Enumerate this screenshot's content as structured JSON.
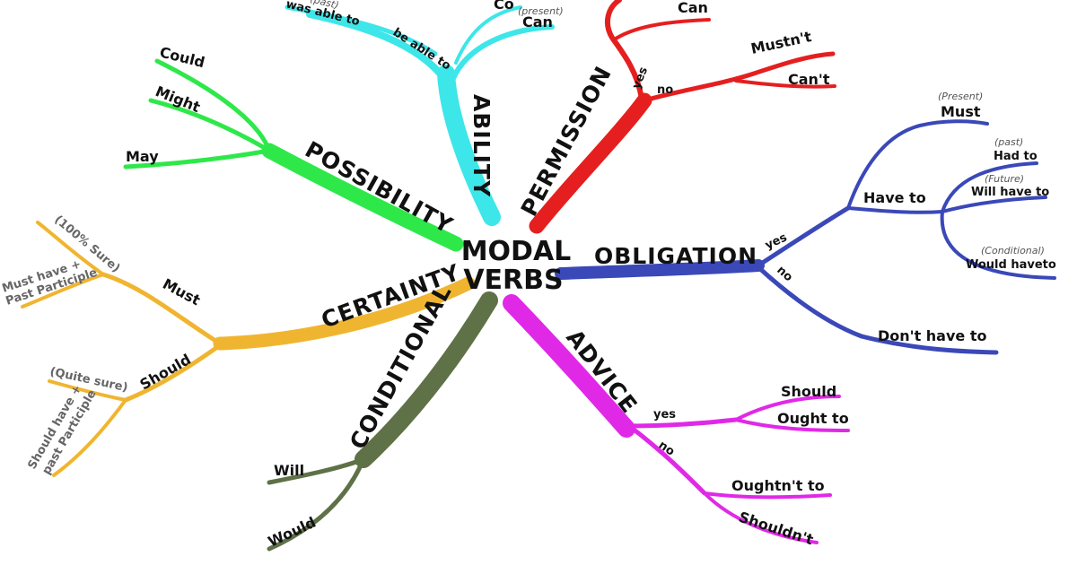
{
  "center": {
    "line1": "MODAL",
    "line2": "VERBS"
  },
  "colors": {
    "ability": "#3de6e9",
    "permission": "#e51f1f",
    "possibility": "#2ee84a",
    "obligation": "#3a48b8",
    "certainty": "#f0b530",
    "conditional": "#5f7147",
    "advice": "#e029e6"
  },
  "ability": {
    "label": "ABILITY",
    "be_able_to": "be able to",
    "was_able_to": "was able to",
    "past_note": "(past)",
    "present_note": "(present)",
    "can": "Can",
    "could": "Co"
  },
  "permission": {
    "label": "PERMISSION",
    "yes": "yes",
    "no": "no",
    "can": "Can",
    "mustnt": "Mustn't",
    "cant": "Can't"
  },
  "possibility": {
    "label": "POSSIBILITY",
    "could": "Could",
    "might": "Might",
    "may": "May"
  },
  "obligation": {
    "label": "OBLIGATION",
    "yes": "yes",
    "no": "no",
    "present_note": "(Present)",
    "must": "Must",
    "have_to": "Have to",
    "past_note": "(past)",
    "had_to": "Had to",
    "future_note": "(Future)",
    "will_have_to": "Will have to",
    "conditional_note": "(Conditional)",
    "would_have_to": "Would haveto",
    "dont_have_to": "Don't have to"
  },
  "certainty": {
    "label": "CERTAINTY",
    "must": "Must",
    "should": "Should",
    "sure_100": "(100% Sure)",
    "must_have_1": "Must have +",
    "must_have_2": "Past Participle",
    "quite_sure": "(Quite sure)",
    "should_have_1": "Should have +",
    "should_have_2": "past Participle"
  },
  "conditional": {
    "label": "CONDITIONAL",
    "will": "Will",
    "would": "Would"
  },
  "advice": {
    "label": "ADVICE",
    "yes": "yes",
    "no": "no",
    "should": "Should",
    "ought_to": "Ought to",
    "oughtnt_to": "Oughtn't to",
    "shouldnt": "Shouldn't"
  }
}
